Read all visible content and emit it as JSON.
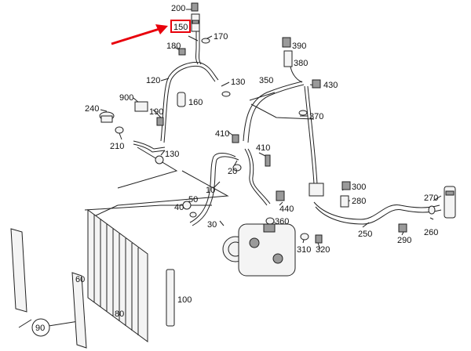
{
  "diagram": {
    "accent_color": "#e8000b",
    "highlighted_part": "150",
    "labels": {
      "p200": "200",
      "p150": "150",
      "p170": "170",
      "p180": "180",
      "p390": "390",
      "p380": "380",
      "p120": "120",
      "p130a": "130",
      "p350": "350",
      "p430": "430",
      "p160": "160",
      "p900": "900",
      "p240": "240",
      "p190": "190",
      "p370": "370",
      "p210": "210",
      "p130b": "130",
      "p410a": "410",
      "p410b": "410",
      "p20": "20",
      "p10": "10",
      "p50": "50",
      "p40": "40",
      "p300": "300",
      "p280": "280",
      "p440": "440",
      "p270": "270",
      "p260": "260",
      "p250": "250",
      "p360": "360",
      "p290": "290",
      "p30": "30",
      "p310": "310",
      "p320": "320",
      "p60": "60",
      "p80": "80",
      "p100": "100",
      "p90": "90"
    }
  }
}
